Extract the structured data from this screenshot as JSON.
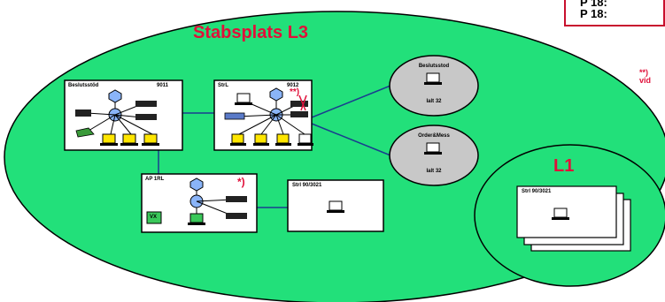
{
  "legend": {
    "line1": "P 18:",
    "line2": "P 18:"
  },
  "l3": {
    "title": "Stabsplats L3"
  },
  "l1": {
    "title": "L1",
    "stack_label": "Strl 90/3021"
  },
  "boxes": {
    "beslutsstod": {
      "label": "Beslutsstöd",
      "num": "9011"
    },
    "strl": {
      "label": "StrL",
      "num": "9012"
    },
    "ap": {
      "label": "AP 1RL",
      "tag": "VX"
    },
    "strl90": {
      "label": "Strl 90/3021"
    }
  },
  "gray": {
    "top": {
      "title": "Beslutsstod",
      "sub": "Ialt 32"
    },
    "bottom": {
      "title": "Order&Mess",
      "sub": "Ialt 32"
    }
  },
  "notes": {
    "star_strl": "**)",
    "star_ap": "*)",
    "side_note": "**)\nvid"
  },
  "colors": {
    "ellipse": "#22e07a",
    "accent": "#e0103a",
    "hub": "#8ab4f8",
    "pc": "#ffe600"
  }
}
